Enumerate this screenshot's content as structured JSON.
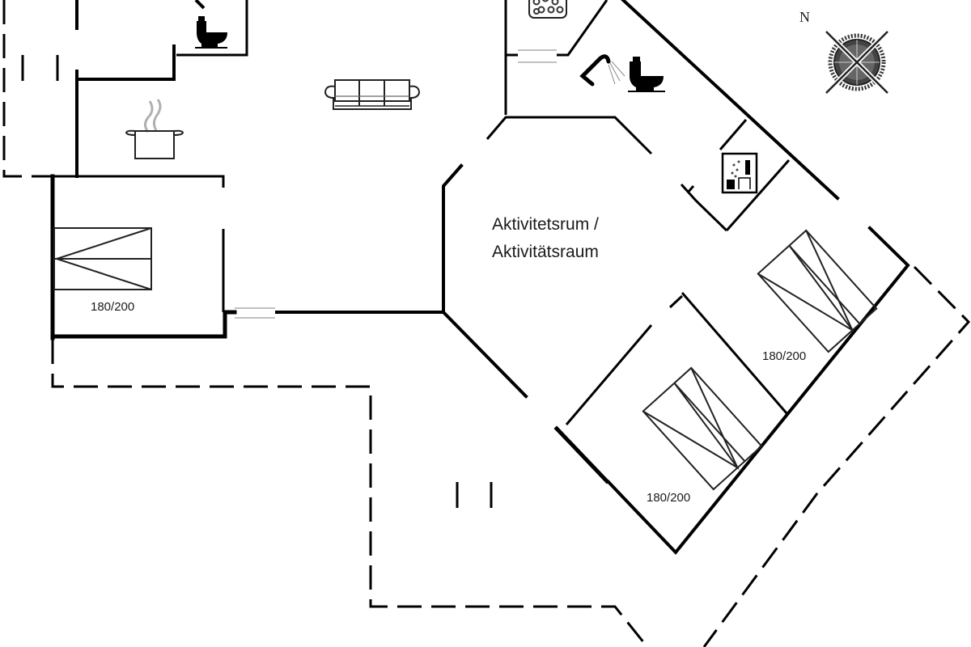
{
  "plan": {
    "type": "floor-plan",
    "rooms": [
      {
        "id": "activity-room",
        "label_line1": "Aktivitetsrum /",
        "label_line2": "Aktivitätsraum"
      }
    ],
    "beds": [
      {
        "id": "bed-west",
        "size": "180/200"
      },
      {
        "id": "bed-east-upper",
        "size": "180/200"
      },
      {
        "id": "bed-east-lower",
        "size": "180/200"
      }
    ],
    "compass": {
      "label": "N"
    },
    "icons": [
      "toilet-icon",
      "shower-icon",
      "sofa-icon",
      "cooking-pot-icon",
      "whirlpool-icon",
      "sauna-icon",
      "compass-rose-icon"
    ],
    "colors": {
      "wall": "#000000",
      "window": "#9a9a9a",
      "background": "#ffffff",
      "steam": "#b0b0b0"
    }
  }
}
